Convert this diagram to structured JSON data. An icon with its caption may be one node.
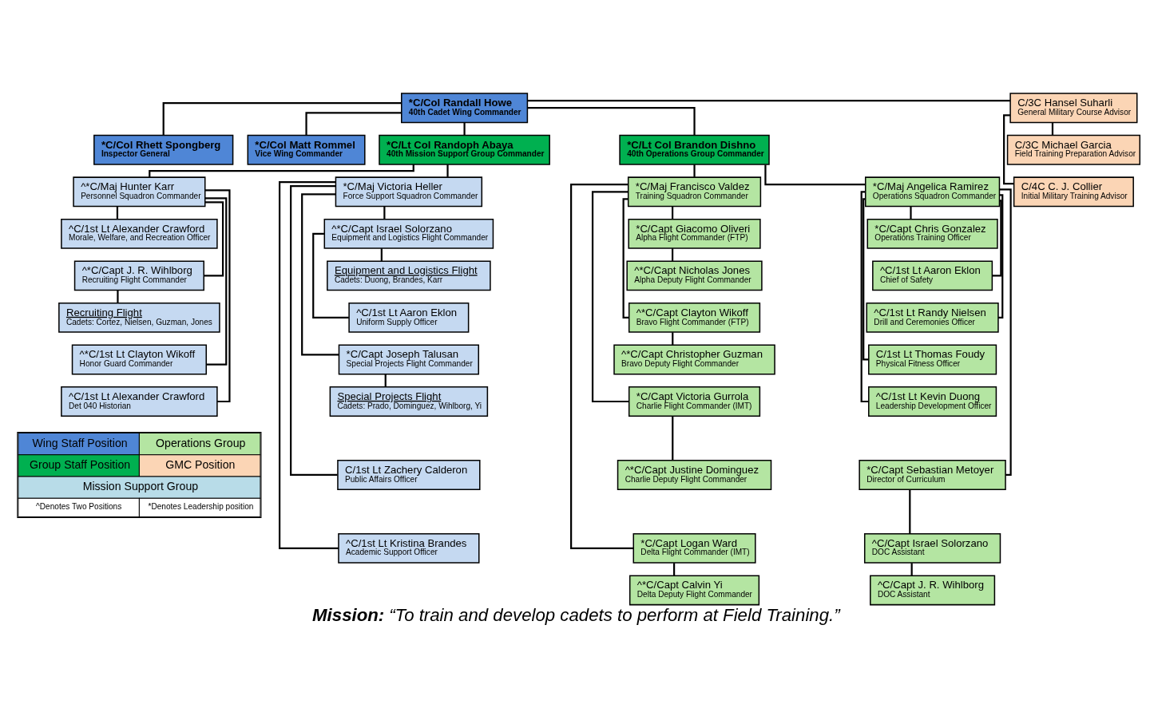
{
  "diagram": {
    "caption": "**Mission:** “To train and develop cadets to perform at Field Training.”",
    "nodes": [
      {
        "text": [
          "*C/Col Randall Howe",
          "40th Cadet Wing Commander"
        ]
      },
      {
        "text": [
          "C/3C Hansel Suharli",
          "General Military Course Advisor"
        ]
      },
      {
        "text": [
          "C/3C Michael Garcia",
          "Field Training Preparation Advisor"
        ]
      },
      {
        "text": [
          "C/4C C. J. Collier",
          "Initial Military Training Advisor"
        ]
      },
      {
        "text": [
          "*C/Col Rhett Spongberg",
          "Inspector General"
        ]
      },
      {
        "text": [
          "*C/Col Matt Rommel",
          "Vice Wing Commander"
        ]
      },
      {
        "text": [
          "*C/Lt Col Randoph Abaya",
          "40th Mission Support Group Commander"
        ]
      },
      {
        "text": [
          "*C/Lt Col Brandon Dishno",
          "40th Operations Group Commander"
        ]
      },
      {
        "text": [
          "^*C/Maj Hunter Karr",
          "Personnel Squadron Commander"
        ]
      },
      {
        "text": [
          "*C/Maj Victoria Heller",
          "Force Support Squadron Commander"
        ]
      },
      {
        "text": [
          "*C/Maj Francisco Valdez",
          "Training Squadron Commander"
        ]
      },
      {
        "text": [
          "*C/Maj Angelica Ramirez",
          "Operations Squadron Commander"
        ]
      },
      {
        "text": [
          "^C/1st Lt Alexander Crawford",
          "Morale, Welfare, and Recreation Officer"
        ]
      },
      {
        "text": [
          "^*C/Capt J. R. Wihlborg",
          "Recruiting Flight Commander"
        ]
      },
      {
        "text": [
          "Recruiting Flight",
          "Cadets: Cortez, Nielsen, Guzman, Jones"
        ]
      },
      {
        "text": [
          "^*C/1st Lt Clayton Wikoff",
          "Honor Guard Commander"
        ]
      },
      {
        "text": [
          "^C/1st Lt Alexander Crawford",
          "Det 040 Historian"
        ]
      },
      {
        "text": [
          "^*C/Capt Israel Solorzano",
          "Equipment and Logistics Flight Commander"
        ]
      },
      {
        "text": [
          "Equipment and Logistics Flight",
          "Cadets: Duong, Brandes, Karr"
        ]
      },
      {
        "text": [
          "^C/1st Lt Aaron Eklon",
          "Uniform Supply Officer"
        ]
      },
      {
        "text": [
          "*C/Capt Joseph Talusan",
          "Special Projects Flight Commander"
        ]
      },
      {
        "text": [
          "Special Projects Flight",
          "Cadets: Prado, Dominguez, Wihlborg, Yi"
        ]
      },
      {
        "text": [
          "C/1st Lt Zachery Calderon",
          "Public Affairs Officer"
        ]
      },
      {
        "text": [
          "^C/1st Lt Kristina Brandes",
          "Academic Support Officer"
        ]
      },
      {
        "text": [
          "*C/Capt Giacomo Oliveri",
          "Alpha Flight Commander (FTP)"
        ]
      },
      {
        "text": [
          "^*C/Capt Nicholas Jones",
          "Alpha Deputy Flight Commander"
        ]
      },
      {
        "text": [
          "^*C/Capt Clayton Wikoff",
          "Bravo Flight Commander (FTP)"
        ]
      },
      {
        "text": [
          "^*C/Capt Christopher Guzman",
          "Bravo Deputy Flight Commander"
        ]
      },
      {
        "text": [
          "*C/Capt Victoria Gurrola",
          "Charlie Flight Commander (IMT)"
        ]
      },
      {
        "text": [
          "^*C/Capt Justine Dominguez",
          "Charlie Deputy Flight Commander"
        ]
      },
      {
        "text": [
          "*C/Capt Logan Ward",
          "Delta Flight Commander (IMT)"
        ]
      },
      {
        "text": [
          "^*C/Capt Calvin Yi",
          "Delta Deputy Flight Commander"
        ]
      },
      {
        "text": [
          "*C/Capt Chris Gonzalez",
          "Operations Training Officer"
        ]
      },
      {
        "text": [
          "^C/1st Lt Aaron Eklon",
          "Chief of Safety"
        ]
      },
      {
        "text": [
          "^C/1st Lt Randy Nielsen",
          "Drill and Ceremonies Officer"
        ]
      },
      {
        "text": [
          "C/1st Lt Thomas Foudy",
          "Physical Fitness Officer"
        ]
      },
      {
        "text": [
          "^C/1st Lt Kevin Duong",
          "Leadership Development Officer"
        ]
      },
      {
        "text": [
          "*C/Capt Sebastian Metoyer",
          "Director of Curriculum"
        ]
      },
      {
        "text": [
          "^C/Capt Israel Solorzano",
          "DOC Assistant"
        ]
      },
      {
        "text": [
          "^C/Capt J. R. Wihlborg",
          "DOC Assistant"
        ]
      }
    ],
    "edges": [
      {
        "from": 0,
        "to": 1,
        "arrow": "none"
      },
      {
        "from": 1,
        "to": 2,
        "arrow": "none"
      },
      {
        "from": 1,
        "to": 3,
        "arrow": "none"
      },
      {
        "from": 0,
        "to": 4,
        "arrow": "none"
      },
      {
        "from": 0,
        "to": 5,
        "arrow": "none"
      },
      {
        "from": 0,
        "to": 6,
        "arrow": "none"
      },
      {
        "from": 0,
        "to": 7,
        "arrow": "none"
      },
      {
        "from": 6,
        "to": 8,
        "arrow": "none"
      },
      {
        "from": 6,
        "to": 9,
        "arrow": "none"
      },
      {
        "from": 7,
        "to": 10,
        "arrow": "none"
      },
      {
        "from": 7,
        "to": 11,
        "arrow": "none"
      },
      {
        "from": 8,
        "to": 12,
        "arrow": "none"
      },
      {
        "from": 8,
        "to": 13,
        "arrow": "none"
      },
      {
        "from": 13,
        "to": 14,
        "arrow": "none"
      },
      {
        "from": 8,
        "to": 15,
        "arrow": "none"
      },
      {
        "from": 8,
        "to": 16,
        "arrow": "none"
      },
      {
        "from": 9,
        "to": 17,
        "arrow": "none"
      },
      {
        "from": 17,
        "to": 18,
        "arrow": "none"
      },
      {
        "from": 17,
        "to": 19,
        "arrow": "none"
      },
      {
        "from": 9,
        "to": 20,
        "arrow": "none"
      },
      {
        "from": 20,
        "to": 21,
        "arrow": "none"
      },
      {
        "from": 9,
        "to": 22,
        "arrow": "none"
      },
      {
        "from": 9,
        "to": 23,
        "arrow": "none"
      },
      {
        "from": 10,
        "to": 24,
        "arrow": "none"
      },
      {
        "from": 24,
        "to": 25,
        "arrow": "none"
      },
      {
        "from": 10,
        "to": 26,
        "arrow": "none"
      },
      {
        "from": 26,
        "to": 27,
        "arrow": "none"
      },
      {
        "from": 10,
        "to": 28,
        "arrow": "none"
      },
      {
        "from": 28,
        "to": 29,
        "arrow": "none"
      },
      {
        "from": 10,
        "to": 30,
        "arrow": "none"
      },
      {
        "from": 30,
        "to": 31,
        "arrow": "none"
      },
      {
        "from": 11,
        "to": 32,
        "arrow": "none"
      },
      {
        "from": 11,
        "to": 33,
        "arrow": "none"
      },
      {
        "from": 11,
        "to": 34,
        "arrow": "none"
      },
      {
        "from": 11,
        "to": 35,
        "arrow": "none"
      },
      {
        "from": 11,
        "to": 36,
        "arrow": "none"
      },
      {
        "from": 11,
        "to": 37,
        "arrow": "none"
      },
      {
        "from": 37,
        "to": 38,
        "arrow": "none"
      },
      {
        "from": 38,
        "to": 39,
        "arrow": "none"
      }
    ],
    "labels": [
      "^Denotes Two Positions",
      "*Denotes Leadership position"
    ],
    "legend": [
      {
        "text": "Wing Staff Position",
        "color": "#4f86d6"
      },
      {
        "text": "Operations Group",
        "color": "#b4e5a2"
      },
      {
        "text": "Group Staff Position",
        "color": "#00b050"
      },
      {
        "text": "GMC Position",
        "color": "#fbd5b5"
      },
      {
        "text": "Mission Support Group",
        "color": "#b8dce8"
      }
    ]
  }
}
